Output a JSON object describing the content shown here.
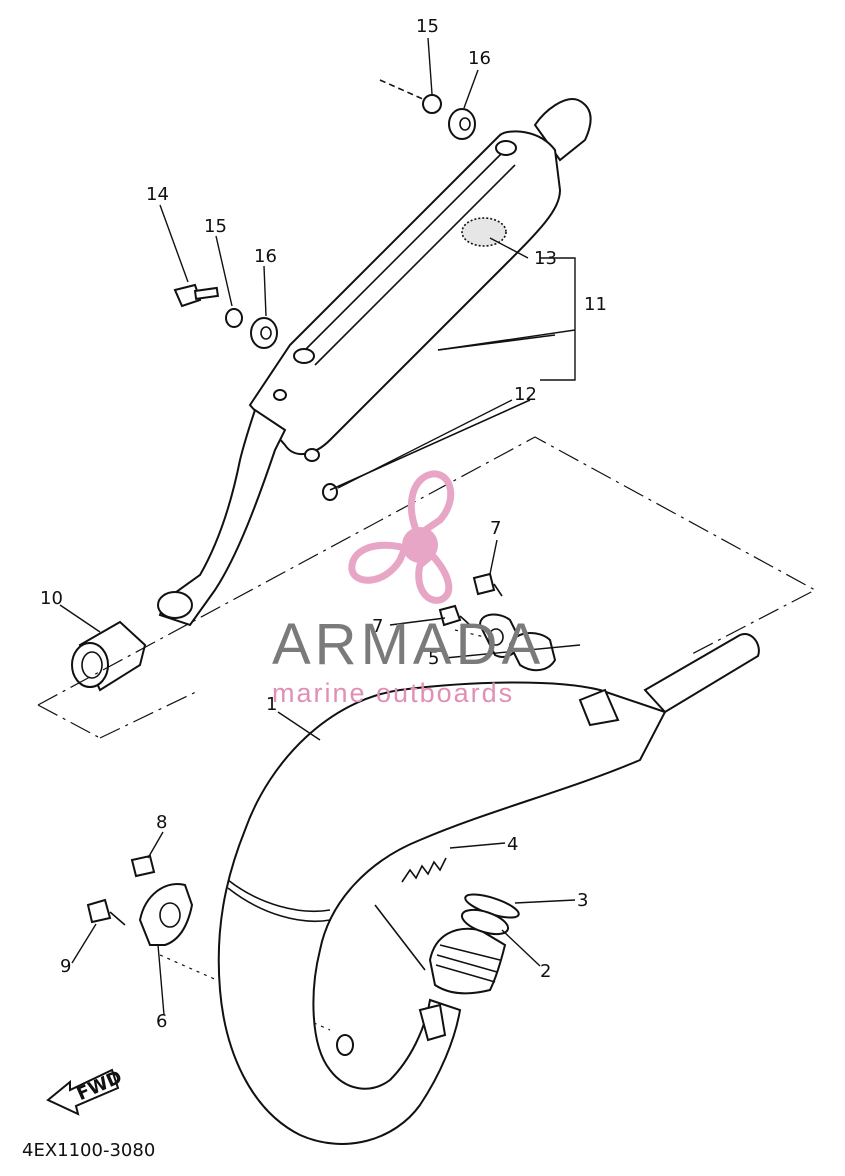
{
  "diagram": {
    "drawing_code": "4EX1100-3080",
    "fwd_label": "FWD",
    "callouts": [
      {
        "id": "15a",
        "label": "15"
      },
      {
        "id": "16a",
        "label": "16"
      },
      {
        "id": "14",
        "label": "14"
      },
      {
        "id": "15b",
        "label": "15"
      },
      {
        "id": "16b",
        "label": "16"
      },
      {
        "id": "13",
        "label": "13"
      },
      {
        "id": "11",
        "label": "11"
      },
      {
        "id": "12",
        "label": "12"
      },
      {
        "id": "7a",
        "label": "7"
      },
      {
        "id": "10",
        "label": "10"
      },
      {
        "id": "7b",
        "label": "7"
      },
      {
        "id": "5",
        "label": "5"
      },
      {
        "id": "1",
        "label": "1"
      },
      {
        "id": "8",
        "label": "8"
      },
      {
        "id": "4",
        "label": "4"
      },
      {
        "id": "3",
        "label": "3"
      },
      {
        "id": "9",
        "label": "9"
      },
      {
        "id": "2",
        "label": "2"
      },
      {
        "id": "6",
        "label": "6"
      }
    ]
  },
  "watermark": {
    "brand": "ARMADA",
    "tagline": "marine outboards",
    "brand_color": "#7a7a7a",
    "logo_color": "#e8a6c6"
  }
}
